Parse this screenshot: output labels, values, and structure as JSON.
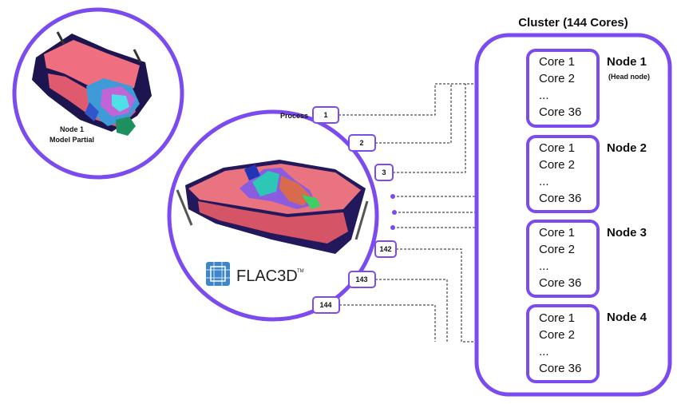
{
  "cluster": {
    "title": "Cluster (144 Cores)",
    "accent_color": "#7b4bf0",
    "nodes": [
      {
        "label": "Node 1",
        "note": "(Head node)",
        "cores": [
          "Core 1",
          "Core 2",
          "...",
          "Core 36"
        ]
      },
      {
        "label": "Node 2",
        "note": "",
        "cores": [
          "Core 1",
          "Core 2",
          "...",
          "Core 36"
        ]
      },
      {
        "label": "Node 3",
        "note": "",
        "cores": [
          "Core 1",
          "Core 2",
          "...",
          "Core 36"
        ]
      },
      {
        "label": "Node 4",
        "note": "",
        "cores": [
          "Core 1",
          "Core 2",
          "...",
          "Core 36"
        ]
      }
    ]
  },
  "processes": {
    "label": "Process",
    "items": [
      "1",
      "2",
      "3",
      "142",
      "143",
      "144"
    ]
  },
  "partial_view": {
    "title": "Node 1",
    "subtitle": "Model Partial"
  },
  "software": {
    "name": "FLAC3D",
    "mark": "TM",
    "logo_icon": "cube-grid-icon"
  }
}
